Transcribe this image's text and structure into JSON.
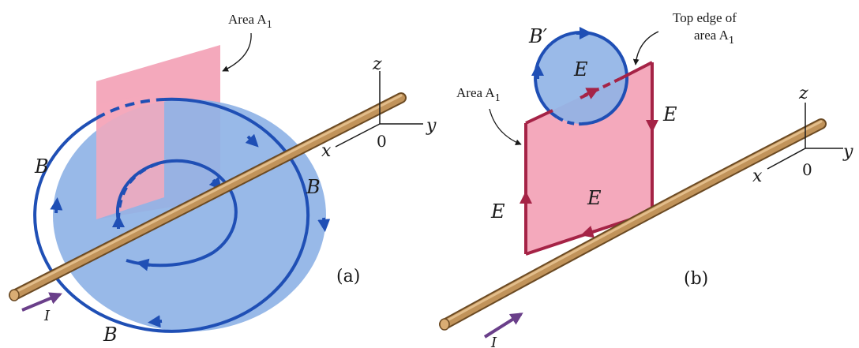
{
  "colors": {
    "field_blue": "#8fb3e6",
    "field_line": "#1f4fb5",
    "area_pink": "#f4a9bc",
    "loop_edge": "#a52346",
    "wire": "#b8864d",
    "wire_dark": "#6b4a23",
    "current_arrow": "#6a3f8a"
  },
  "panel_a": {
    "callout_area": "Area A",
    "callout_area_sub": "1",
    "B_left": "B",
    "B_right": "B",
    "B_bottom": "B",
    "current": "I",
    "axis_z": "z",
    "axis_y": "y",
    "axis_x": "x",
    "origin": "0",
    "caption": "(a)"
  },
  "panel_b": {
    "callout_top_line1": "Top edge of",
    "callout_top_line2": "area A",
    "callout_top_sub": "1",
    "callout_area": "Area A",
    "callout_area_sub": "1",
    "B_prime": "B′",
    "E_circle": "E",
    "E_right": "E",
    "E_left": "E",
    "E_bottom": "E",
    "current": "I",
    "axis_z": "z",
    "axis_y": "y",
    "axis_x": "x",
    "origin": "0",
    "caption": "(b)"
  }
}
